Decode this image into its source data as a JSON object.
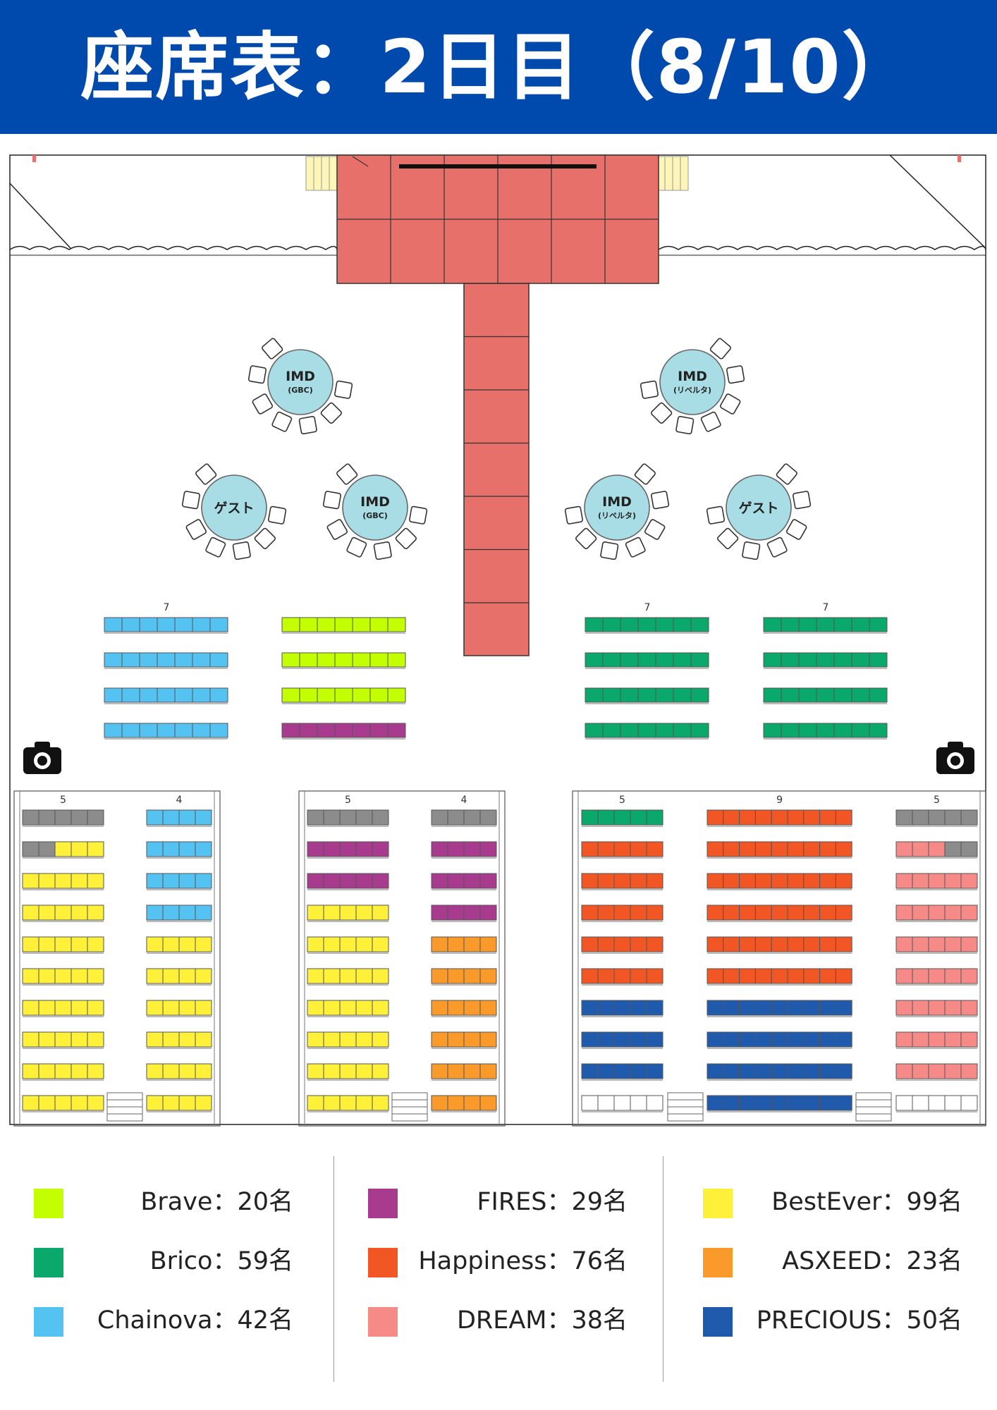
{
  "title": "座席表：2日目（8/10）",
  "colors": {
    "header": "#004aad",
    "stage": "#e8706a",
    "brave": "#c3ff00",
    "brico": "#0aa86b",
    "chainova": "#55c3f2",
    "fires": "#a93b8e",
    "happiness": "#f25625",
    "dream": "#f58a86",
    "bestever": "#fff03a",
    "asxeed": "#f99a2b",
    "precious": "#1f5aac",
    "reserved": "#8c8c8c",
    "table": "#a9dde6"
  },
  "tables": [
    {
      "label": "IMD",
      "sub": "(GBC)"
    },
    {
      "label": "IMD",
      "sub": "(リベルタ)"
    },
    {
      "label": "ゲスト",
      "sub": ""
    },
    {
      "label": "IMD",
      "sub": "(GBC)"
    },
    {
      "label": "IMD",
      "sub": "(リベルタ)"
    },
    {
      "label": "ゲスト",
      "sub": ""
    }
  ],
  "block_counts": {
    "upper": [
      "7",
      "7",
      "7"
    ],
    "lower": [
      "5",
      "4",
      "5",
      "4",
      "5",
      "9",
      "5"
    ]
  },
  "icons": [
    "camera-icon",
    "camera-icon"
  ],
  "legend": [
    {
      "team": "Brave",
      "label": "Brave：20名",
      "color": "#c3ff00"
    },
    {
      "team": "Brico",
      "label": "Brico：59名",
      "color": "#0aa86b"
    },
    {
      "team": "Chainova",
      "label": "Chainova：42名",
      "color": "#55c3f2"
    },
    {
      "team": "FIRES",
      "label": "FIRES：29名",
      "color": "#a93b8e"
    },
    {
      "team": "Happiness",
      "label": "Happiness：76名",
      "color": "#f25625"
    },
    {
      "team": "DREAM",
      "label": "DREAM：38名",
      "color": "#f58a86"
    },
    {
      "team": "BestEver",
      "label": "BestEver：99名",
      "color": "#fff03a"
    },
    {
      "team": "ASXEED",
      "label": "ASXEED：23名",
      "color": "#f99a2b"
    },
    {
      "team": "PRECIOUS",
      "label": "PRECIOUS：50名",
      "color": "#1f5aac"
    }
  ]
}
